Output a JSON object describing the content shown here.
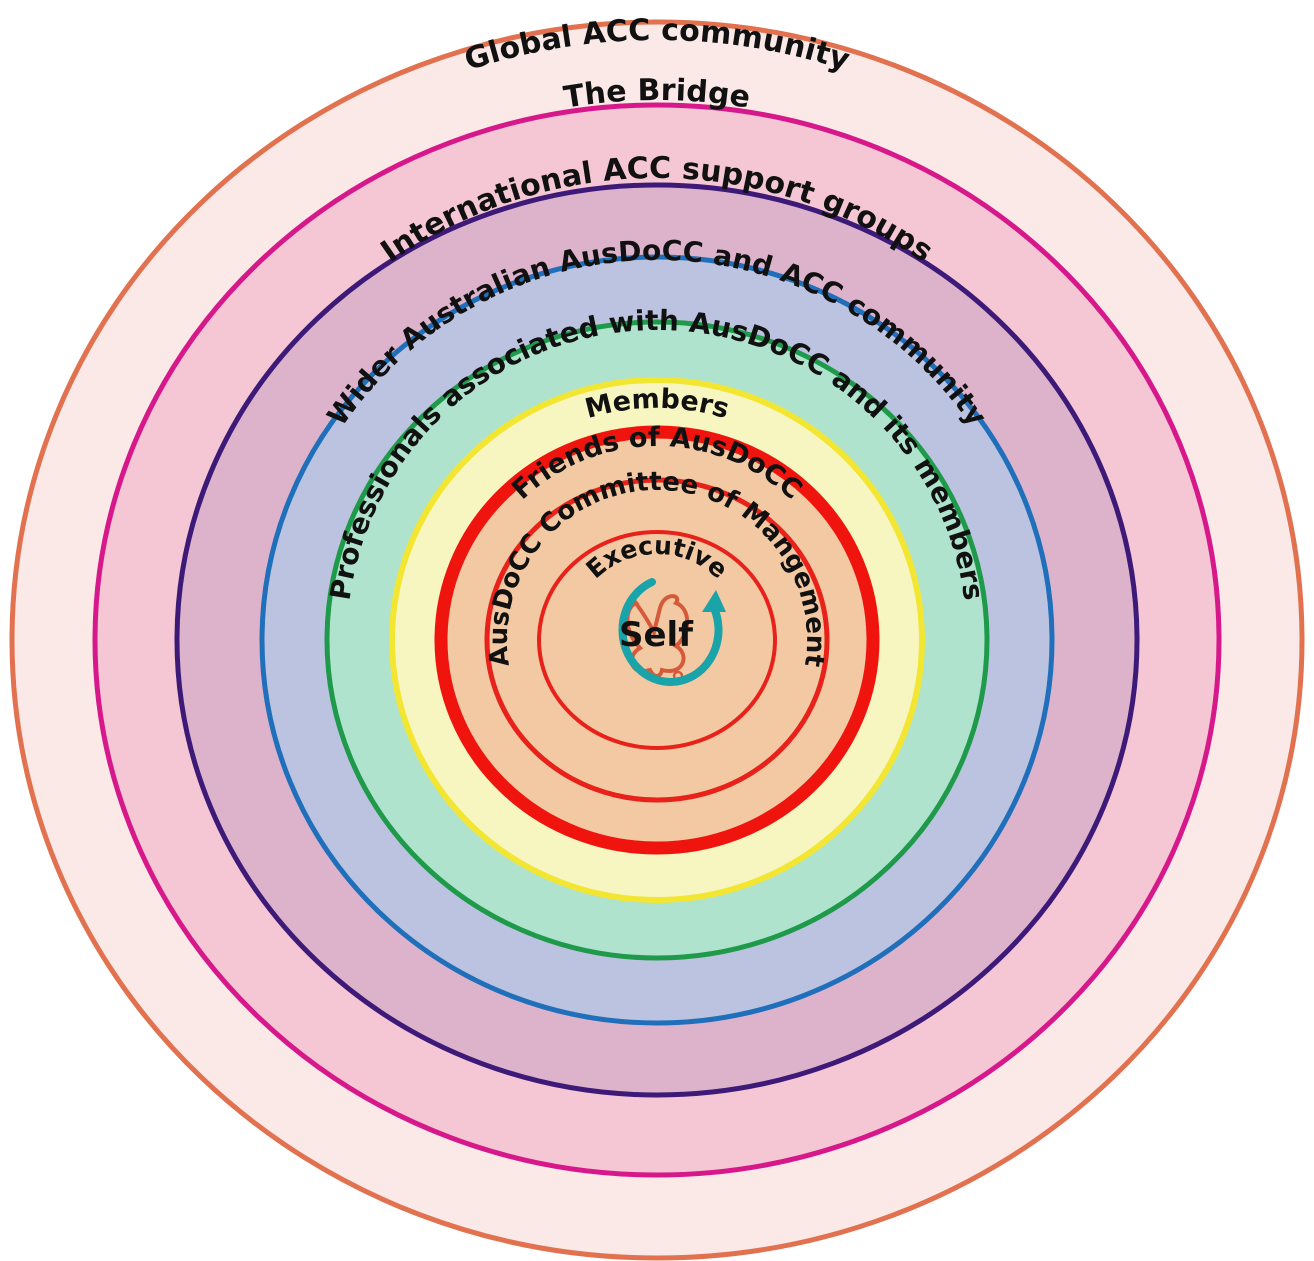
{
  "diagram": {
    "rings": [
      {
        "label": "Global ACC community",
        "fill": "#fbe9e8",
        "stroke": "#e2714f"
      },
      {
        "label": "The Bridge",
        "fill": "#f5c6d3",
        "stroke": "#d6188a"
      },
      {
        "label": "International ACC support groups",
        "fill": "#ddb3cc",
        "stroke": "#3d1a78"
      },
      {
        "label": "Wider Australian AusDoCC and ACC community",
        "fill": "#bcc3e0",
        "stroke": "#1f6fba"
      },
      {
        "label": "Professionals associated with AusDoCC and its members",
        "fill": "#afe3ce",
        "stroke": "#1f9a4a"
      },
      {
        "label": "Members",
        "fill": "#f8f6c0",
        "stroke": "#f2e633"
      },
      {
        "label": "Friends of AusDoCC",
        "fill": "#f3c9a3",
        "stroke": "#f0140e"
      },
      {
        "label": "AusDoCC Committee of Mangement",
        "fill": "#f3c9a3",
        "stroke": "#e8221a"
      },
      {
        "label": "Executive",
        "fill": "#f3c9a3",
        "stroke": "#e8221a"
      }
    ],
    "center": {
      "label": "Self",
      "icon": "self-brain-icon",
      "arrow_color": "#1aa3a8",
      "brain_color": "#d65a3a"
    }
  }
}
